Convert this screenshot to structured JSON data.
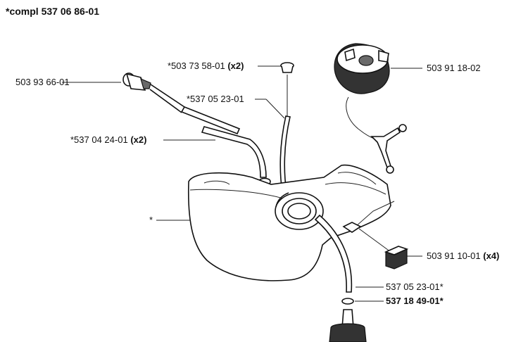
{
  "title": "*compl 537 06 86-01",
  "labels": {
    "vent_code": "*503 73 58-01",
    "vent_qty": "(x2)",
    "primer_code": "503 93 66-01",
    "hose_top_code": "*537 05 23-01",
    "hose_pair_code": "*537 04 24-01",
    "hose_pair_qty": "(x2)",
    "cap_code": "503 91 18-02",
    "tank_code": "*",
    "pad_code": "503 91 10-01",
    "pad_qty": "(x4)",
    "hose_bottom_code": "537 05 23-01*",
    "filter_code": "537 18 49-01*"
  }
}
